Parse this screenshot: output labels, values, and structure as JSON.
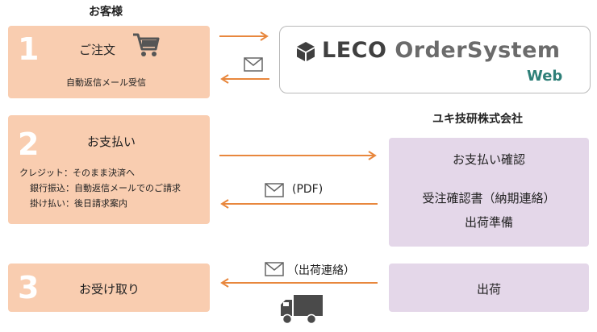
{
  "header": {
    "customer": "お客様",
    "company": "ユキ技研株式会社"
  },
  "step1": {
    "number": "1",
    "title": "ご注文",
    "subtitle": "自動返信メール受信",
    "icon": "cart-icon"
  },
  "step2": {
    "number": "2",
    "title": "お支払い",
    "payments": [
      {
        "method": "クレジット：",
        "detail": "そのまま決済へ"
      },
      {
        "method": "銀行振込：",
        "detail": "自動返信メールでのご請求"
      },
      {
        "method": "掛け払い：",
        "detail": "後日請求案内"
      }
    ]
  },
  "step3": {
    "number": "3",
    "title": "お受け取り"
  },
  "system": {
    "brand_leco": "LECO",
    "brand_order": "OrderSystem",
    "web": "Web",
    "logo_icon": "cube-logo-icon"
  },
  "company_box1": {
    "line1": "お支払い確認",
    "line2": "受注確認書（納期連絡）",
    "line3": "出荷準備"
  },
  "company_box2": {
    "label": "出荷"
  },
  "arrows": {
    "pdf_label": "(PDF)",
    "ship_label": "（出荷連絡）",
    "mail_icon": "mail-icon",
    "truck_icon": "truck-icon"
  },
  "colors": {
    "step_bg": "#f9cdb0",
    "company_bg": "#e4d7e9",
    "arrow": "#e8873d",
    "brand_teal": "#2e7f78"
  }
}
